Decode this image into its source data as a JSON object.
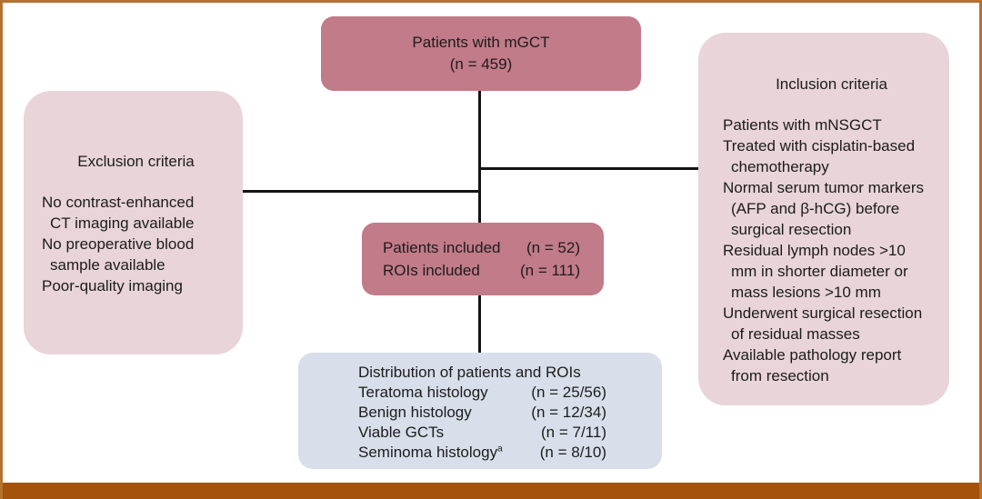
{
  "top_box": {
    "line1": "Patients with mGCT",
    "line2": "(n = 459)"
  },
  "exclusion": {
    "title": "Exclusion criteria",
    "lines": [
      "No contrast-enhanced",
      "CT imaging available",
      "No preoperative blood",
      "sample available",
      "Poor-quality imaging"
    ]
  },
  "inclusion": {
    "title": "Inclusion criteria",
    "lines": [
      "Patients with mNSGCT",
      "Treated with cisplatin-based",
      "chemotherapy",
      "Normal serum tumor markers",
      "(AFP and β-hCG) before",
      "surgical resection",
      "Residual lymph nodes >10",
      "mm in shorter diameter or",
      "mass lesions >10 mm",
      "Underwent surgical resection",
      "of residual masses",
      "Available pathology report",
      "from resection"
    ]
  },
  "included": {
    "rows": [
      {
        "label": "Patients included",
        "value": "(n = 52)"
      },
      {
        "label": "ROIs included",
        "value": "(n = 111)"
      }
    ]
  },
  "distribution": {
    "title": "Distribution of patients and ROIs",
    "rows": [
      {
        "label": "Teratoma histology",
        "sup": "",
        "value": "(n =  25/56)"
      },
      {
        "label": "Benign histology",
        "sup": "",
        "value": "(n = 12/34)"
      },
      {
        "label": "Viable GCTs",
        "sup": "",
        "value": "(n = 7/11)"
      },
      {
        "label": "Seminoma histology",
        "sup": "a",
        "value": "(n = 8/10)"
      }
    ]
  },
  "colors": {
    "dark_box": "#c27b88",
    "light_box": "#e8d4d9",
    "blue_box": "#d8dfea",
    "frame_border": "#b5712f",
    "bottom_bar": "#a5520a",
    "connector": "#141414"
  }
}
